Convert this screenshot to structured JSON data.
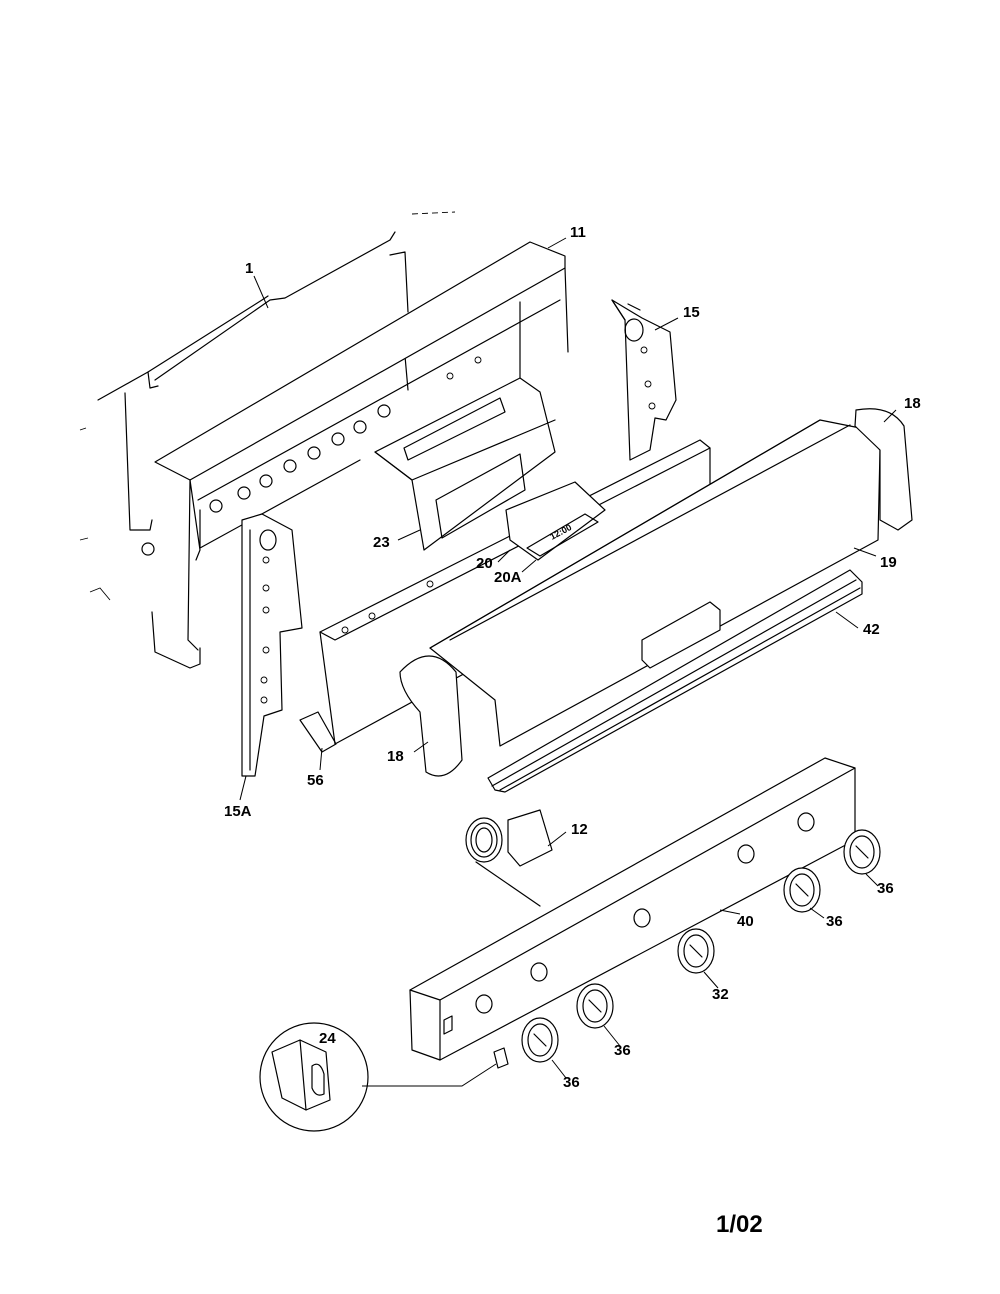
{
  "diagram": {
    "page_number": "1/02",
    "parts": {
      "p1": "1",
      "p11": "11",
      "p15": "15",
      "p18_right": "18",
      "p19": "19",
      "p42": "42",
      "p23": "23",
      "p20": "20",
      "p20a": "20A",
      "p18_left": "18",
      "p56": "56",
      "p15a": "15A",
      "p12": "12",
      "p36_a": "36",
      "p36_b": "36",
      "p40": "40",
      "p32": "32",
      "p36_c": "36",
      "p36_d": "36",
      "p24": "24"
    },
    "display_digits": "12:00"
  }
}
